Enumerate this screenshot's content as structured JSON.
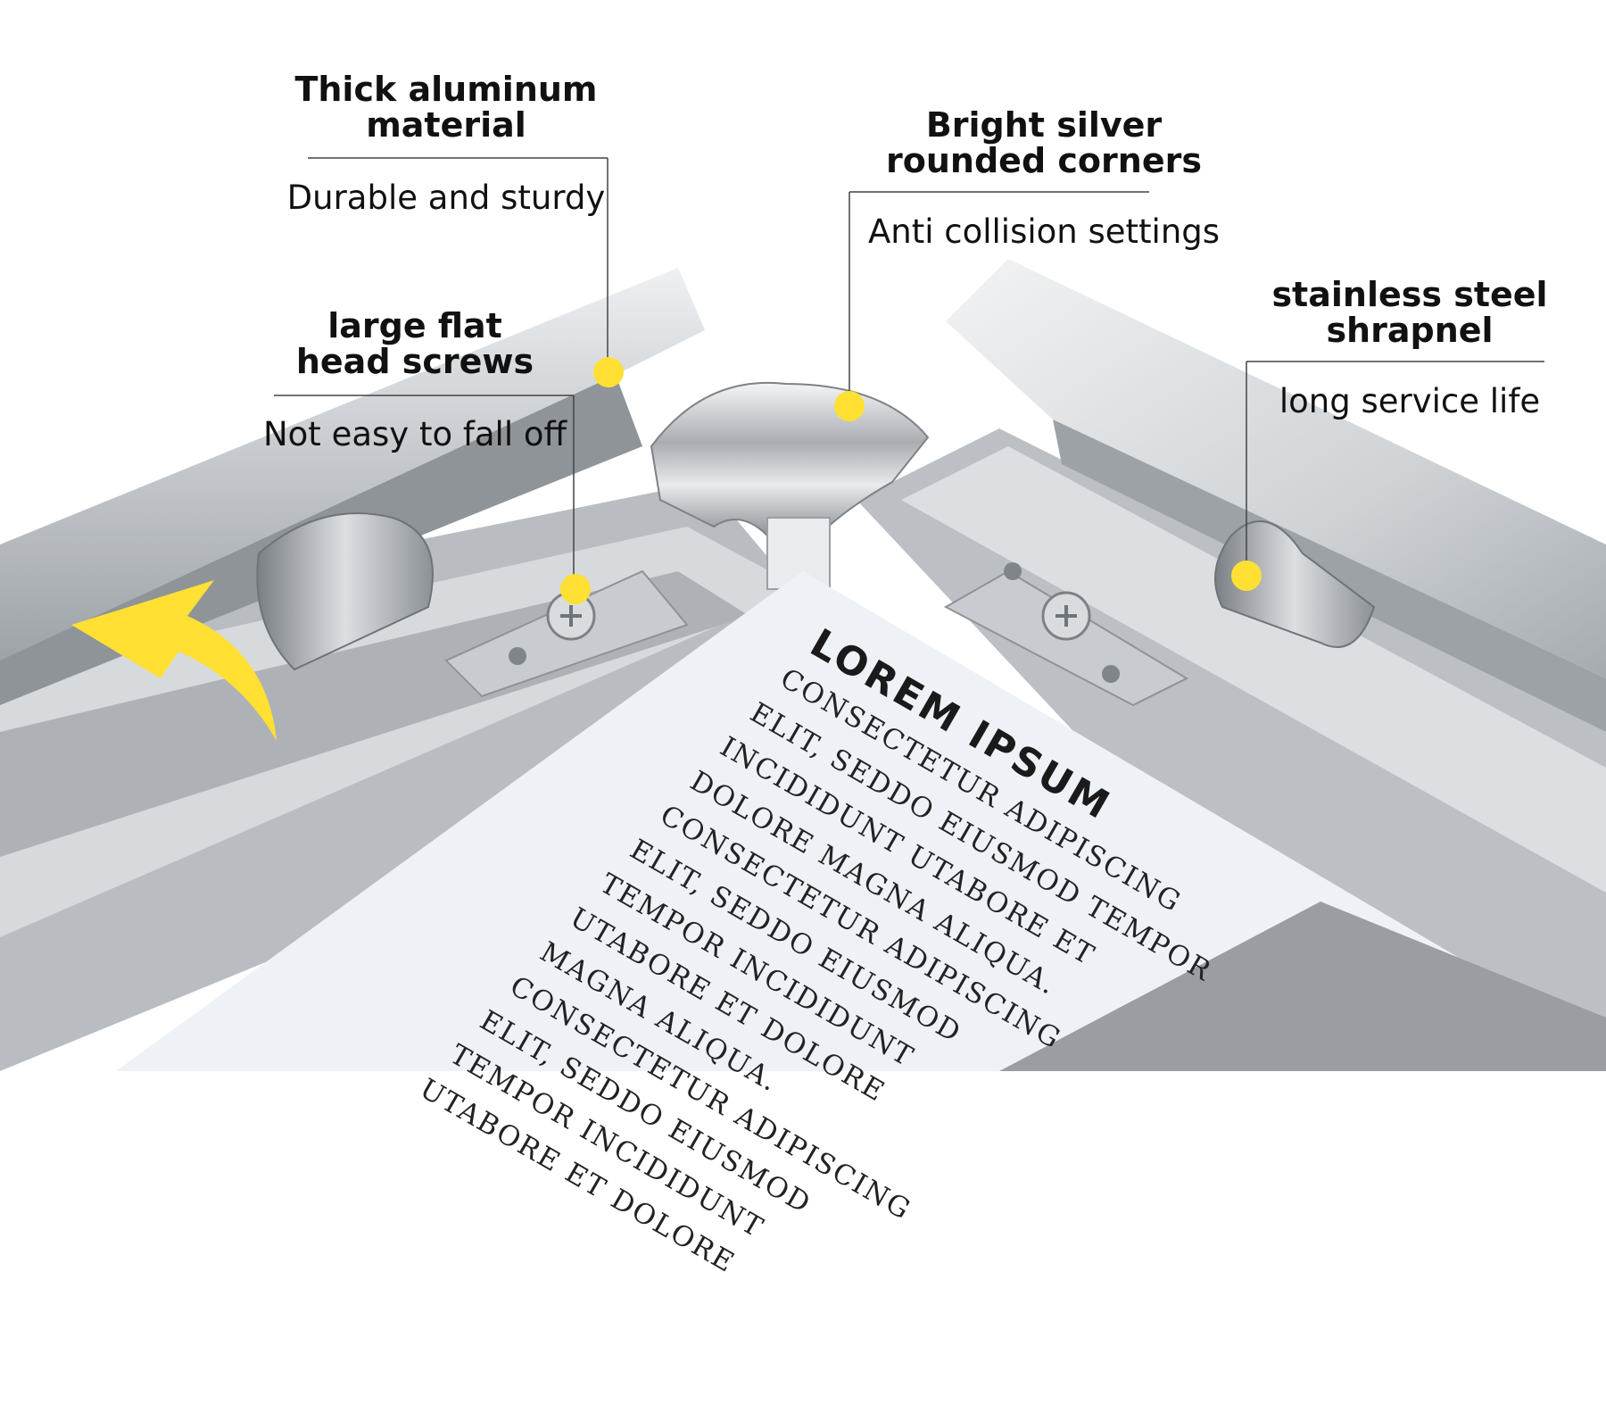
{
  "callouts": {
    "aluminum": {
      "title": "Thick aluminum\nmaterial",
      "desc": "Durable and sturdy"
    },
    "screws": {
      "title": "large flat\nhead screws",
      "desc": "Not easy to fall off"
    },
    "corners": {
      "title": "Bright silver\nrounded corners",
      "desc": "Anti collision settings"
    },
    "shrapnel": {
      "title": "stainless steel\nshrapnel",
      "desc": "long service life"
    }
  },
  "poster": {
    "title": "LOREM IPSUM",
    "lines": [
      "CONSECTETUR ADIPISCING",
      "ELIT, SEDDO EIUSMOD TEMPOR",
      "INCIDIDUNT UTABORE ET",
      "DOLORE MAGNA ALIQUA.",
      "CONSECTETUR ADIPISCING",
      "ELIT, SEDDO EIUSMOD",
      "TEMPOR INCIDIDUNT",
      "UTABORE ET DOLORE",
      "MAGNA ALIQUA.",
      "CONSECTETUR ADIPISCING",
      "ELIT, SEDDO EIUSMOD",
      "TEMPOR INCIDIDUNT",
      "UTABORE ET DOLORE"
    ]
  },
  "colors": {
    "accent": "#FFE033",
    "frame": "#C9CDD1",
    "poster": "#EEF2F7"
  }
}
